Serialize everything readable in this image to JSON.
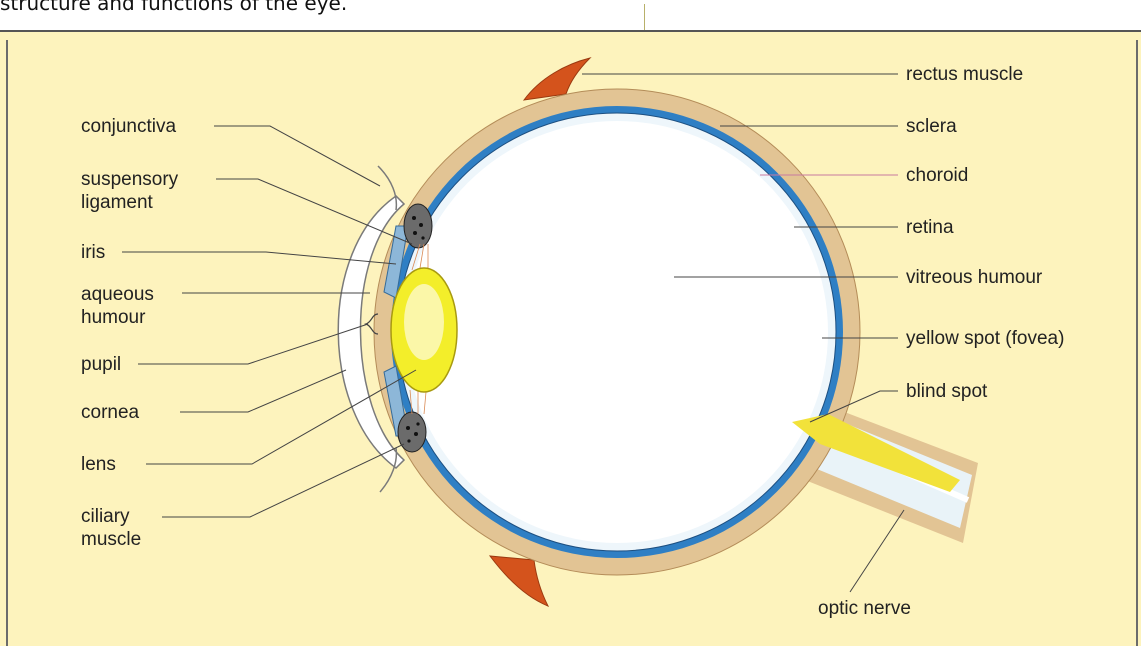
{
  "heading": "structure and functions of the eye.",
  "colors": {
    "background": "#fdf3bd",
    "sclera": "#e2c494",
    "choroid": "#2f7fc4",
    "retina_fill": "#ffffff",
    "lens": "#f3ee2a",
    "muscle": "#d4531c",
    "leader_line": "#444444"
  },
  "labels_left": {
    "conjunctiva": "conjunctiva",
    "suspensory_line1": "suspensory",
    "suspensory_line2": "ligament",
    "iris": "iris",
    "aqueous_line1": "aqueous",
    "aqueous_line2": "humour",
    "pupil": "pupil",
    "cornea": "cornea",
    "lens": "lens",
    "ciliary_line1": "ciliary",
    "ciliary_line2": "muscle"
  },
  "labels_right": {
    "rectus": "rectus muscle",
    "sclera": "sclera",
    "choroid": "choroid",
    "retina": "retina",
    "vitreous": "vitreous humour",
    "yellow_spot": "yellow spot (fovea)",
    "blind_spot": "blind spot",
    "optic_nerve": "optic nerve"
  }
}
